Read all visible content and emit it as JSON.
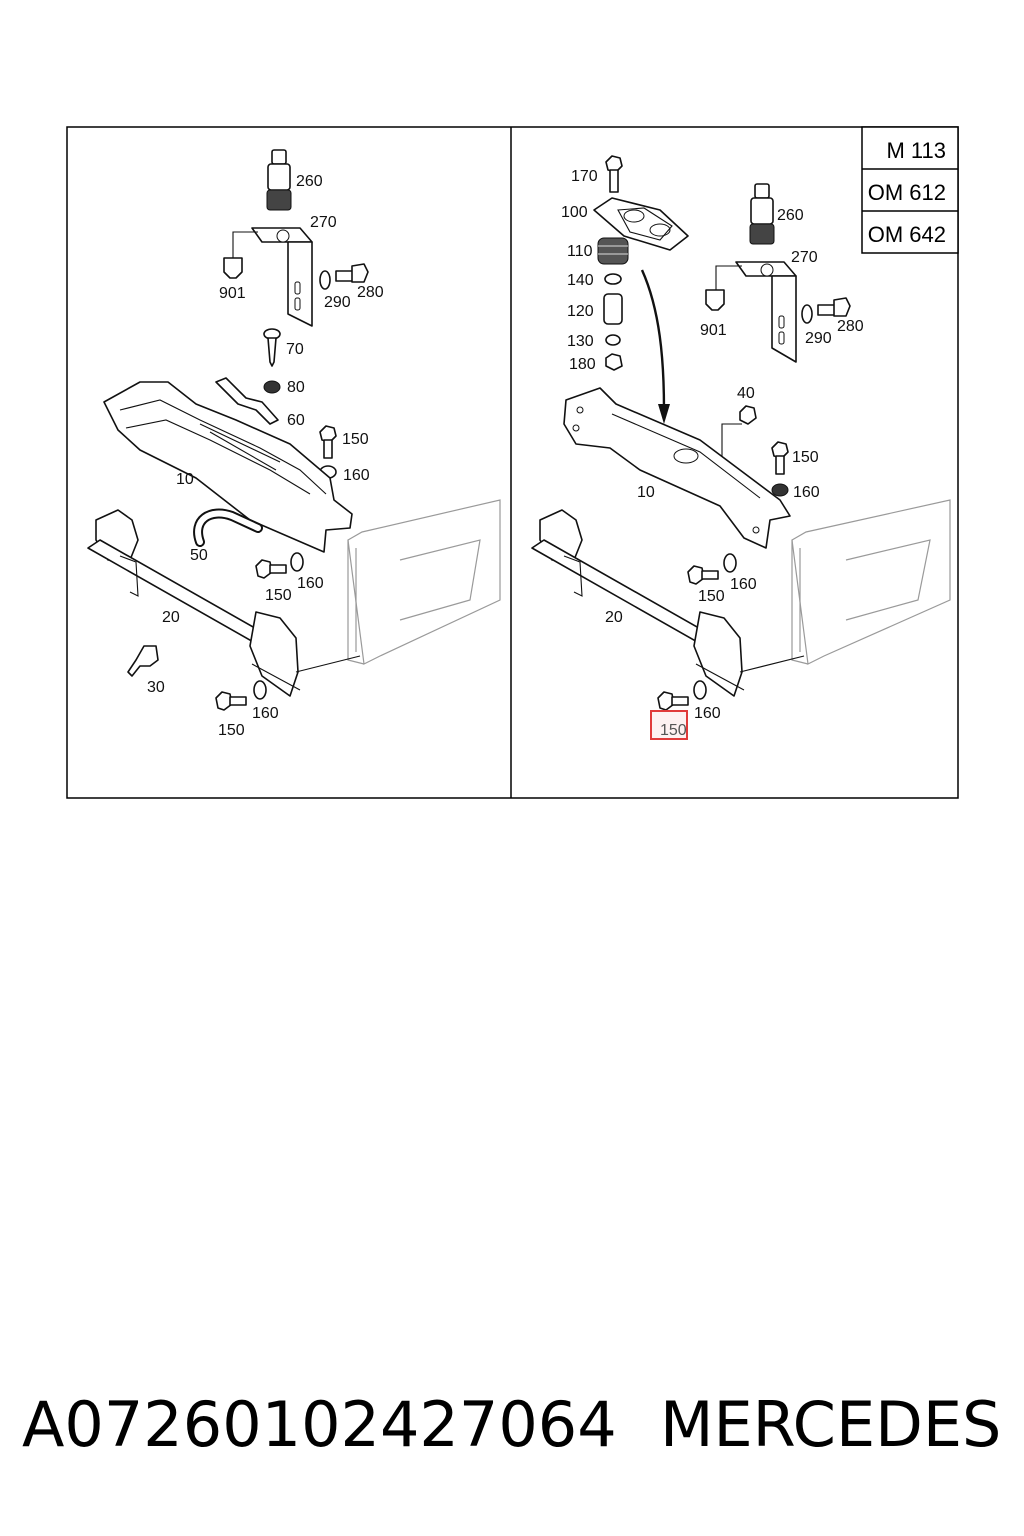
{
  "diagram": {
    "engine_variants": [
      "M 113",
      "OM 612",
      "OM 642"
    ],
    "left_panel": {
      "labels": {
        "260": "260",
        "270": "270",
        "901": "901",
        "290": "290",
        "280": "280",
        "70": "70",
        "80": "80",
        "60": "60",
        "150a": "150",
        "160a": "160",
        "10": "10",
        "50": "50",
        "150b": "150",
        "160b": "160",
        "20": "20",
        "30": "30",
        "160c": "160",
        "150c": "150"
      }
    },
    "right_panel": {
      "labels": {
        "170": "170",
        "100": "100",
        "110": "110",
        "140": "140",
        "120": "120",
        "130": "130",
        "180": "180",
        "260": "260",
        "270": "270",
        "901": "901",
        "290": "290",
        "280": "280",
        "40": "40",
        "150a": "150",
        "160a": "160",
        "10": "10",
        "150b": "150",
        "160b": "160",
        "20": "20",
        "160c": "160",
        "150c": "150"
      },
      "highlighted_label": "150c"
    },
    "highlight_color": "#e03a3a"
  },
  "footer": {
    "part_number": "A07260102427064",
    "brand": "MERCEDES"
  }
}
